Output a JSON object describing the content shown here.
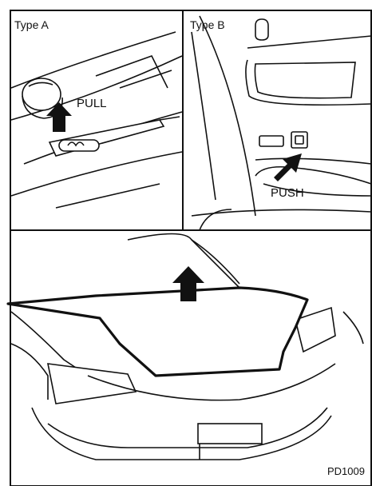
{
  "panels": {
    "type_a": {
      "title": "Type  A",
      "callout": "PULL"
    },
    "type_b": {
      "title": "Type  B",
      "callout": "PUSH"
    },
    "bottom": {
      "figure_code": "PD1009"
    }
  },
  "colors": {
    "ink": "#111111",
    "paper": "#ffffff",
    "shade": "#d9d9d9"
  },
  "icons": [
    "up-arrow-icon",
    "diagonal-arrow-icon"
  ]
}
